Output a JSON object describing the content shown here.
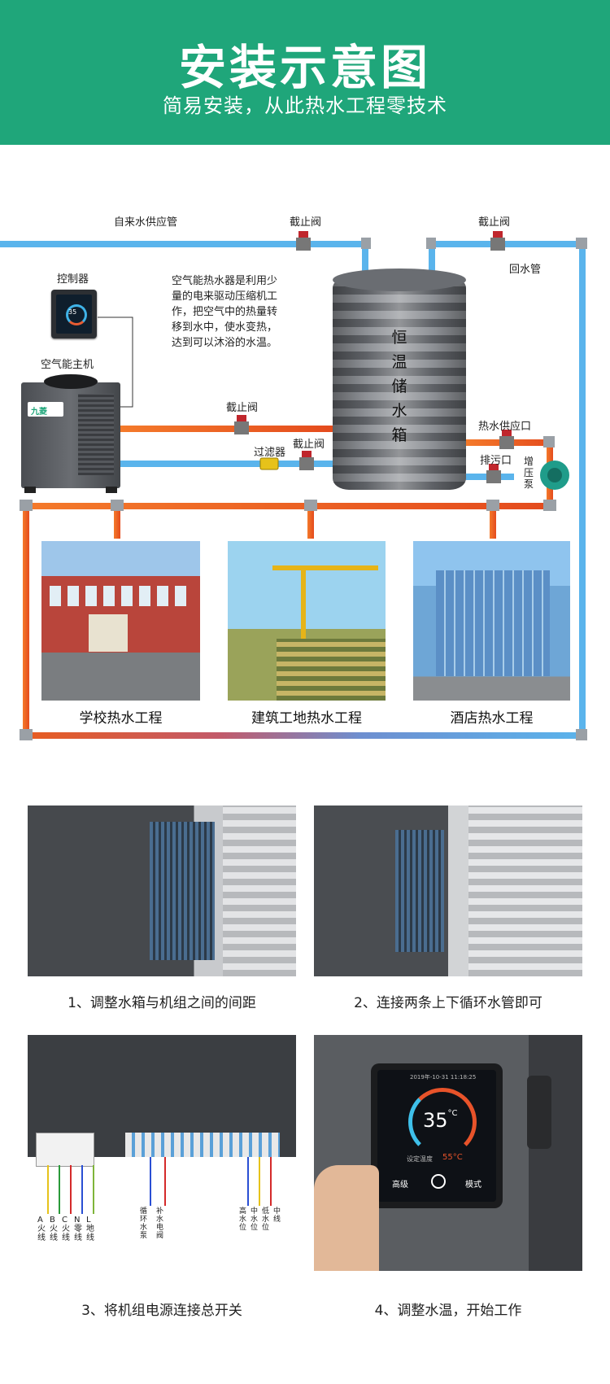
{
  "header": {
    "title": "安装示意图",
    "subtitle": "简易安装，从此热水工程零技术"
  },
  "diagram": {
    "tap_water_pipe": "自来水供应管",
    "valve_1": "截止阀",
    "valve_2": "截止阀",
    "return_pipe": "回水管",
    "controller": "控制器",
    "host": "空气能主机",
    "description": "空气能热水器是利用少量的电来驱动压缩机工作，把空气中的热量转移到水中，使水变热，达到可以沐浴的水温。",
    "valve_3": "截止阀",
    "filter": "过滤器",
    "valve_4": "截止阀",
    "tank_name": "恒温储水箱",
    "hot_water_outlet": "热水供应口",
    "drain_outlet": "排污口",
    "booster_pump": "增压泵",
    "controller_display": "35",
    "unit_logo": "九菱"
  },
  "projects": [
    {
      "label": "学校热水工程"
    },
    {
      "label": "建筑工地热水工程"
    },
    {
      "label": "酒店热水工程"
    }
  ],
  "steps": [
    {
      "label": "1、调整水箱与机组之间的间距"
    },
    {
      "label": "2、连接两条上下循环水管即可"
    },
    {
      "label": "3、将机组电源连接总开关"
    },
    {
      "label": "4、调整水温，开始工作"
    }
  ],
  "wiring": {
    "terminals": [
      "A\n火\n线",
      "B\n火\n线",
      "C\n火\n线",
      "N\n零\n线",
      "L\n地\n线"
    ],
    "pump_label": "循环水泵",
    "valve_label": "补水电阀",
    "levels": [
      "高水位",
      "中水位",
      "低水位",
      "中线"
    ]
  },
  "thermostat": {
    "time": "2019年-10-31 11:18:25",
    "temperature": "35",
    "unit": "°C",
    "setpoint_label": "设定温度",
    "setpoint": "55°C",
    "btn_left": "高级",
    "btn_right": "模式"
  },
  "colors": {
    "brand": "#1fa67a",
    "cold_pipe": "#5ab4ec",
    "hot_pipe": "#e85c1f"
  }
}
